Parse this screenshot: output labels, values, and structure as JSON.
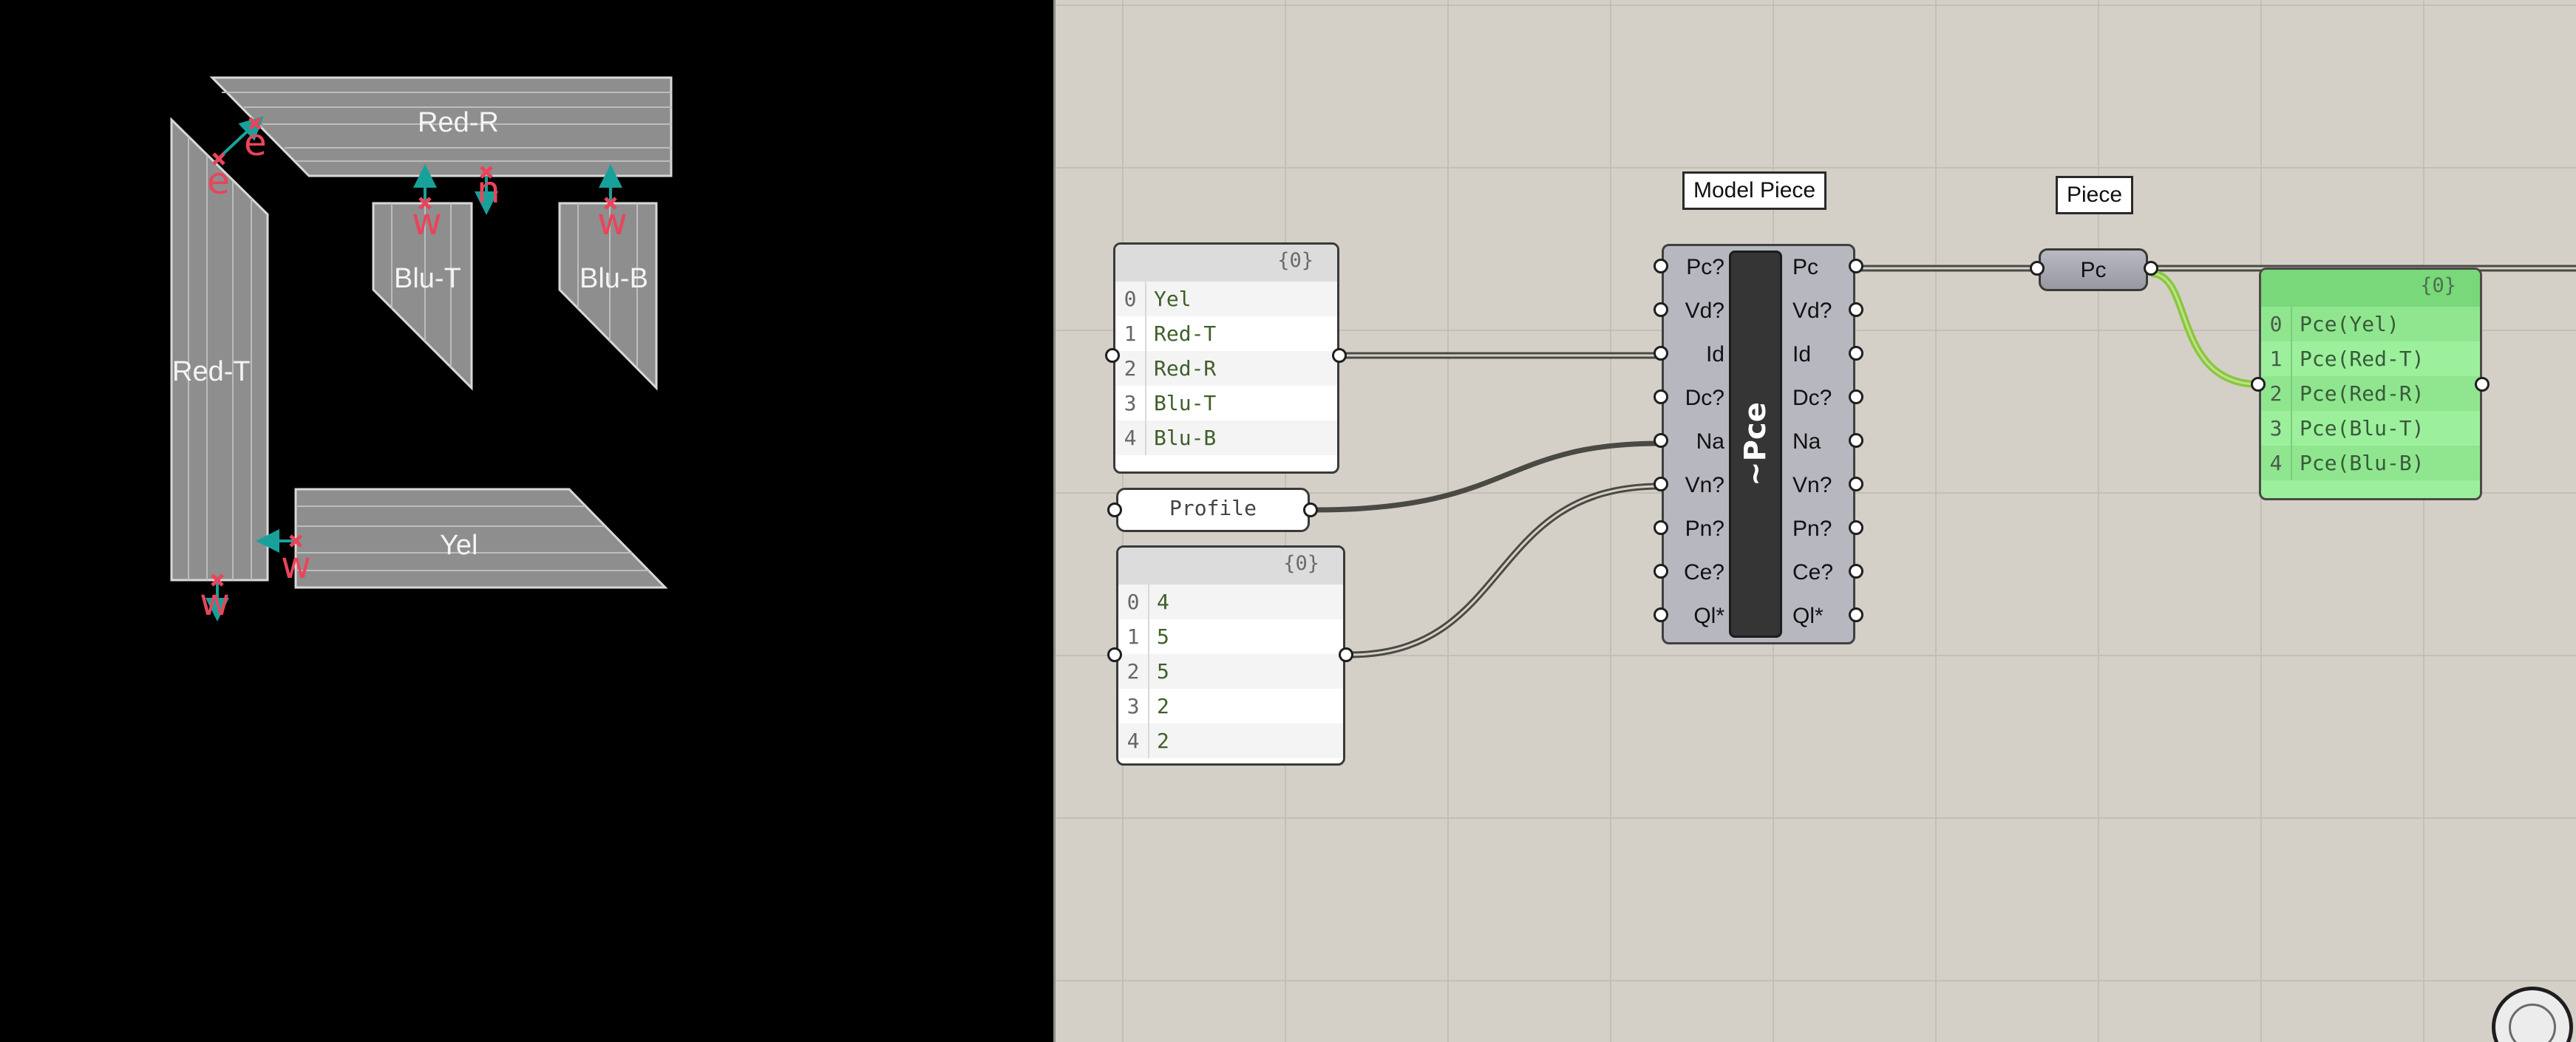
{
  "viewport": {
    "pieces": [
      {
        "id": "red_r",
        "label": "Red-R"
      },
      {
        "id": "red_t",
        "label": "Red-T"
      },
      {
        "id": "blu_t",
        "label": "Blu-T"
      },
      {
        "id": "blu_b",
        "label": "Blu-B"
      },
      {
        "id": "yel",
        "label": "Yel"
      }
    ],
    "dimension_labels": {
      "e1": "e",
      "e2": "e",
      "w_blu_t": "w",
      "n": "n",
      "w_blu_b": "w",
      "w_yel": "w",
      "w_red_t": "w"
    },
    "colors": {
      "piece_fill": "#8e8e8e",
      "piece_line": "#d6d6d6",
      "dimension": "#e8455b",
      "arrow": "#18a19a"
    }
  },
  "canvas": {
    "ids_panel": {
      "header": "{0}",
      "rows": [
        {
          "index": "0",
          "value": "Yel"
        },
        {
          "index": "1",
          "value": "Red-T"
        },
        {
          "index": "2",
          "value": "Red-R"
        },
        {
          "index": "3",
          "value": "Blu-T"
        },
        {
          "index": "4",
          "value": "Blu-B"
        }
      ]
    },
    "profile_param": {
      "label": "Profile"
    },
    "numbers_panel": {
      "header": "{0}",
      "rows": [
        {
          "index": "0",
          "value": "4"
        },
        {
          "index": "1",
          "value": "5"
        },
        {
          "index": "2",
          "value": "5"
        },
        {
          "index": "3",
          "value": "2"
        },
        {
          "index": "4",
          "value": "2"
        }
      ]
    },
    "component": {
      "tooltip": "Model Piece",
      "core_label": "~Pce",
      "inputs": [
        "Pc?",
        "Vd?",
        "Id",
        "Dc?",
        "Na",
        "Vn?",
        "Pn?",
        "Ce?",
        "Ql*"
      ],
      "outputs": [
        "Pc",
        "Vd?",
        "Id",
        "Dc?",
        "Na",
        "Vn?",
        "Pn?",
        "Ce?",
        "Ql*"
      ]
    },
    "piece_param": {
      "tooltip": "Piece",
      "label": "Pc"
    },
    "output_panel": {
      "header": "{0}",
      "rows": [
        {
          "index": "0",
          "value": "Pce(Yel)"
        },
        {
          "index": "1",
          "value": "Pce(Red-T)"
        },
        {
          "index": "2",
          "value": "Pce(Red-R)"
        },
        {
          "index": "3",
          "value": "Pce(Blu-T)"
        },
        {
          "index": "4",
          "value": "Pce(Blu-B)"
        }
      ]
    },
    "colors": {
      "canvas_bg": "#d4d0c8",
      "grid": "#c2bfb6",
      "wire": "#4a4a44",
      "selected_wire": "#8cc63f",
      "output_panel": "#9cf09c"
    }
  }
}
